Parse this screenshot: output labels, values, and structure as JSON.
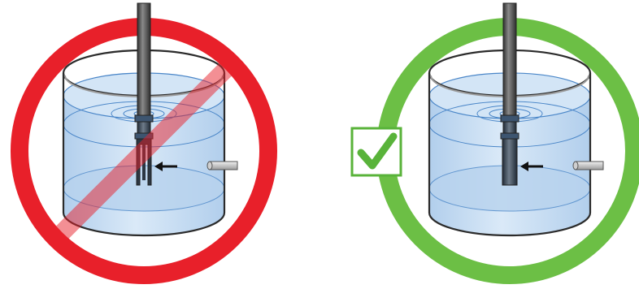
{
  "panels": [
    {
      "id": "incorrect",
      "verdict": "prohibited",
      "symbol_icon": "prohibition-icon",
      "ring_color": "#e8202a",
      "probe_tip": "open-slotted"
    },
    {
      "id": "correct",
      "verdict": "approved",
      "symbol_icon": "checkmark-icon",
      "ring_color": "#6cbf45",
      "probe_tip": "solid-closed"
    }
  ],
  "colors": {
    "liquid": "#c5ddf2",
    "liquid_edge": "#4a86c8",
    "vessel_outline": "#2b2b2b",
    "probe_body": "#4a4a4a",
    "check_color": "#59b33a"
  }
}
